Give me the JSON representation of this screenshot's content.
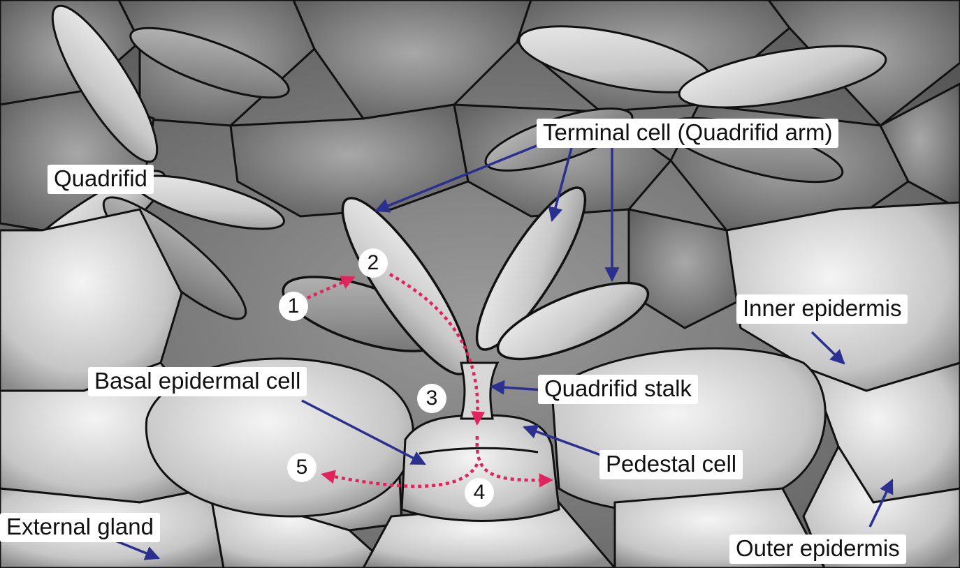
{
  "labels": {
    "terminal_cell": "Terminal cell (Quadrifid arm)",
    "quadrifid": "Quadrifid",
    "inner_epidermis": "Inner epidermis",
    "basal_epidermal_cell": "Basal epidermal cell",
    "quadrifid_stalk": "Quadrifid stalk",
    "pedestal_cell": "Pedestal cell",
    "external_gland": "External gland",
    "outer_epidermis": "Outer epidermis"
  },
  "pathway_steps": [
    "1",
    "2",
    "3",
    "4",
    "5"
  ],
  "colors": {
    "label_arrow": "#2b2f8f",
    "pathway_arrow": "#e0245e",
    "cell_outline": "#111111",
    "label_background": "#ffffff"
  }
}
